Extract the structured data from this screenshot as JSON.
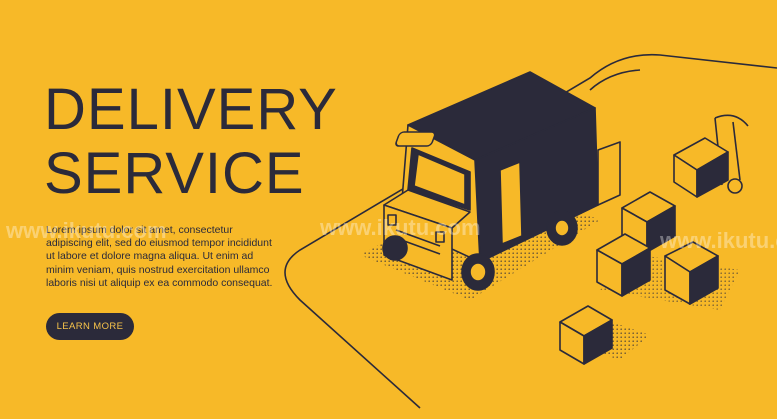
{
  "hero": {
    "title_line1": "DELIVERY",
    "title_line2": "SERVICE",
    "body": "Lorem ipsum dolor sit amet, consectetur adipiscing elit, sed do eiusmod tempor incididunt ut labore et dolore magna aliqua. Ut enim ad minim veniam, quis nostrud exercitation ullamco laboris nisi ut aliquip ex ea commodo consequat.",
    "cta_label": "LEARN MORE"
  },
  "watermark": {
    "text": "www.ikutu.com"
  },
  "colors": {
    "background": "#f7b928",
    "ink": "#2b2a3a",
    "button_text": "#f7c34a"
  },
  "icons": [
    "delivery-van-icon",
    "box-icon",
    "hand-truck-icon",
    "road-path-icon"
  ]
}
